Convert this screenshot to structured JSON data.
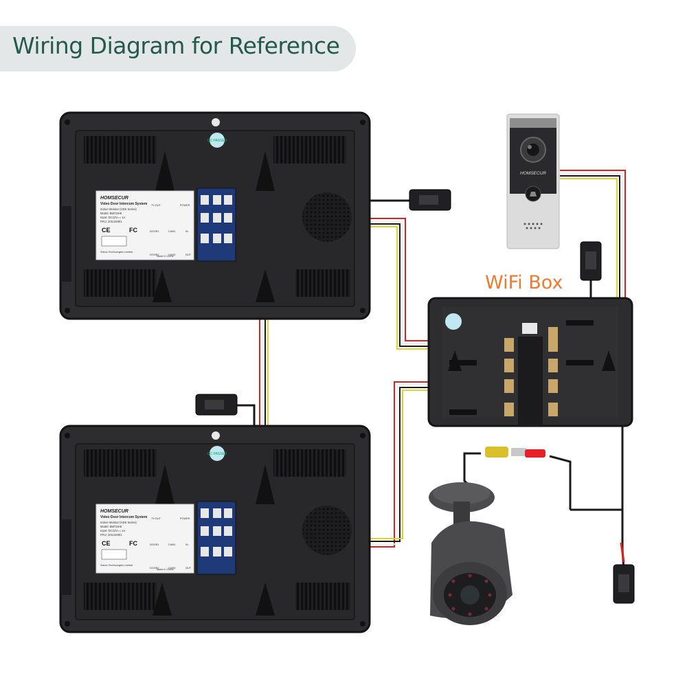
{
  "title": "Wiring Diagram for Reference",
  "wifi_box": {
    "label": "WiFi Box"
  },
  "doorbell": {
    "brand": "HOMSECUR"
  },
  "monitor": {
    "brand": "HOMSECUR",
    "product": "Video Door Intercom System",
    "lines": [
      "Indoor Monitor (HDK Series)",
      "Model: BM718-B",
      "Input: DC12V== 1A",
      "FRU: 101134901"
    ],
    "maker": "Xiamo Technologies Limited",
    "made_in": "Made in China",
    "qc_badge": "QC PASSED",
    "ports": [
      "TV OUT",
      "POWER",
      "DOOR1",
      "CAM1",
      "IN",
      "DOOR2",
      "CAM2",
      "OUT"
    ]
  },
  "colors": {
    "red": "#e0201c",
    "yellow": "#e8d22a",
    "white": "#f0f0f0",
    "black": "#1a1a1a",
    "device": "#2b2b2d",
    "title_text": "#235a4d",
    "wifi_text": "#f07a30"
  }
}
